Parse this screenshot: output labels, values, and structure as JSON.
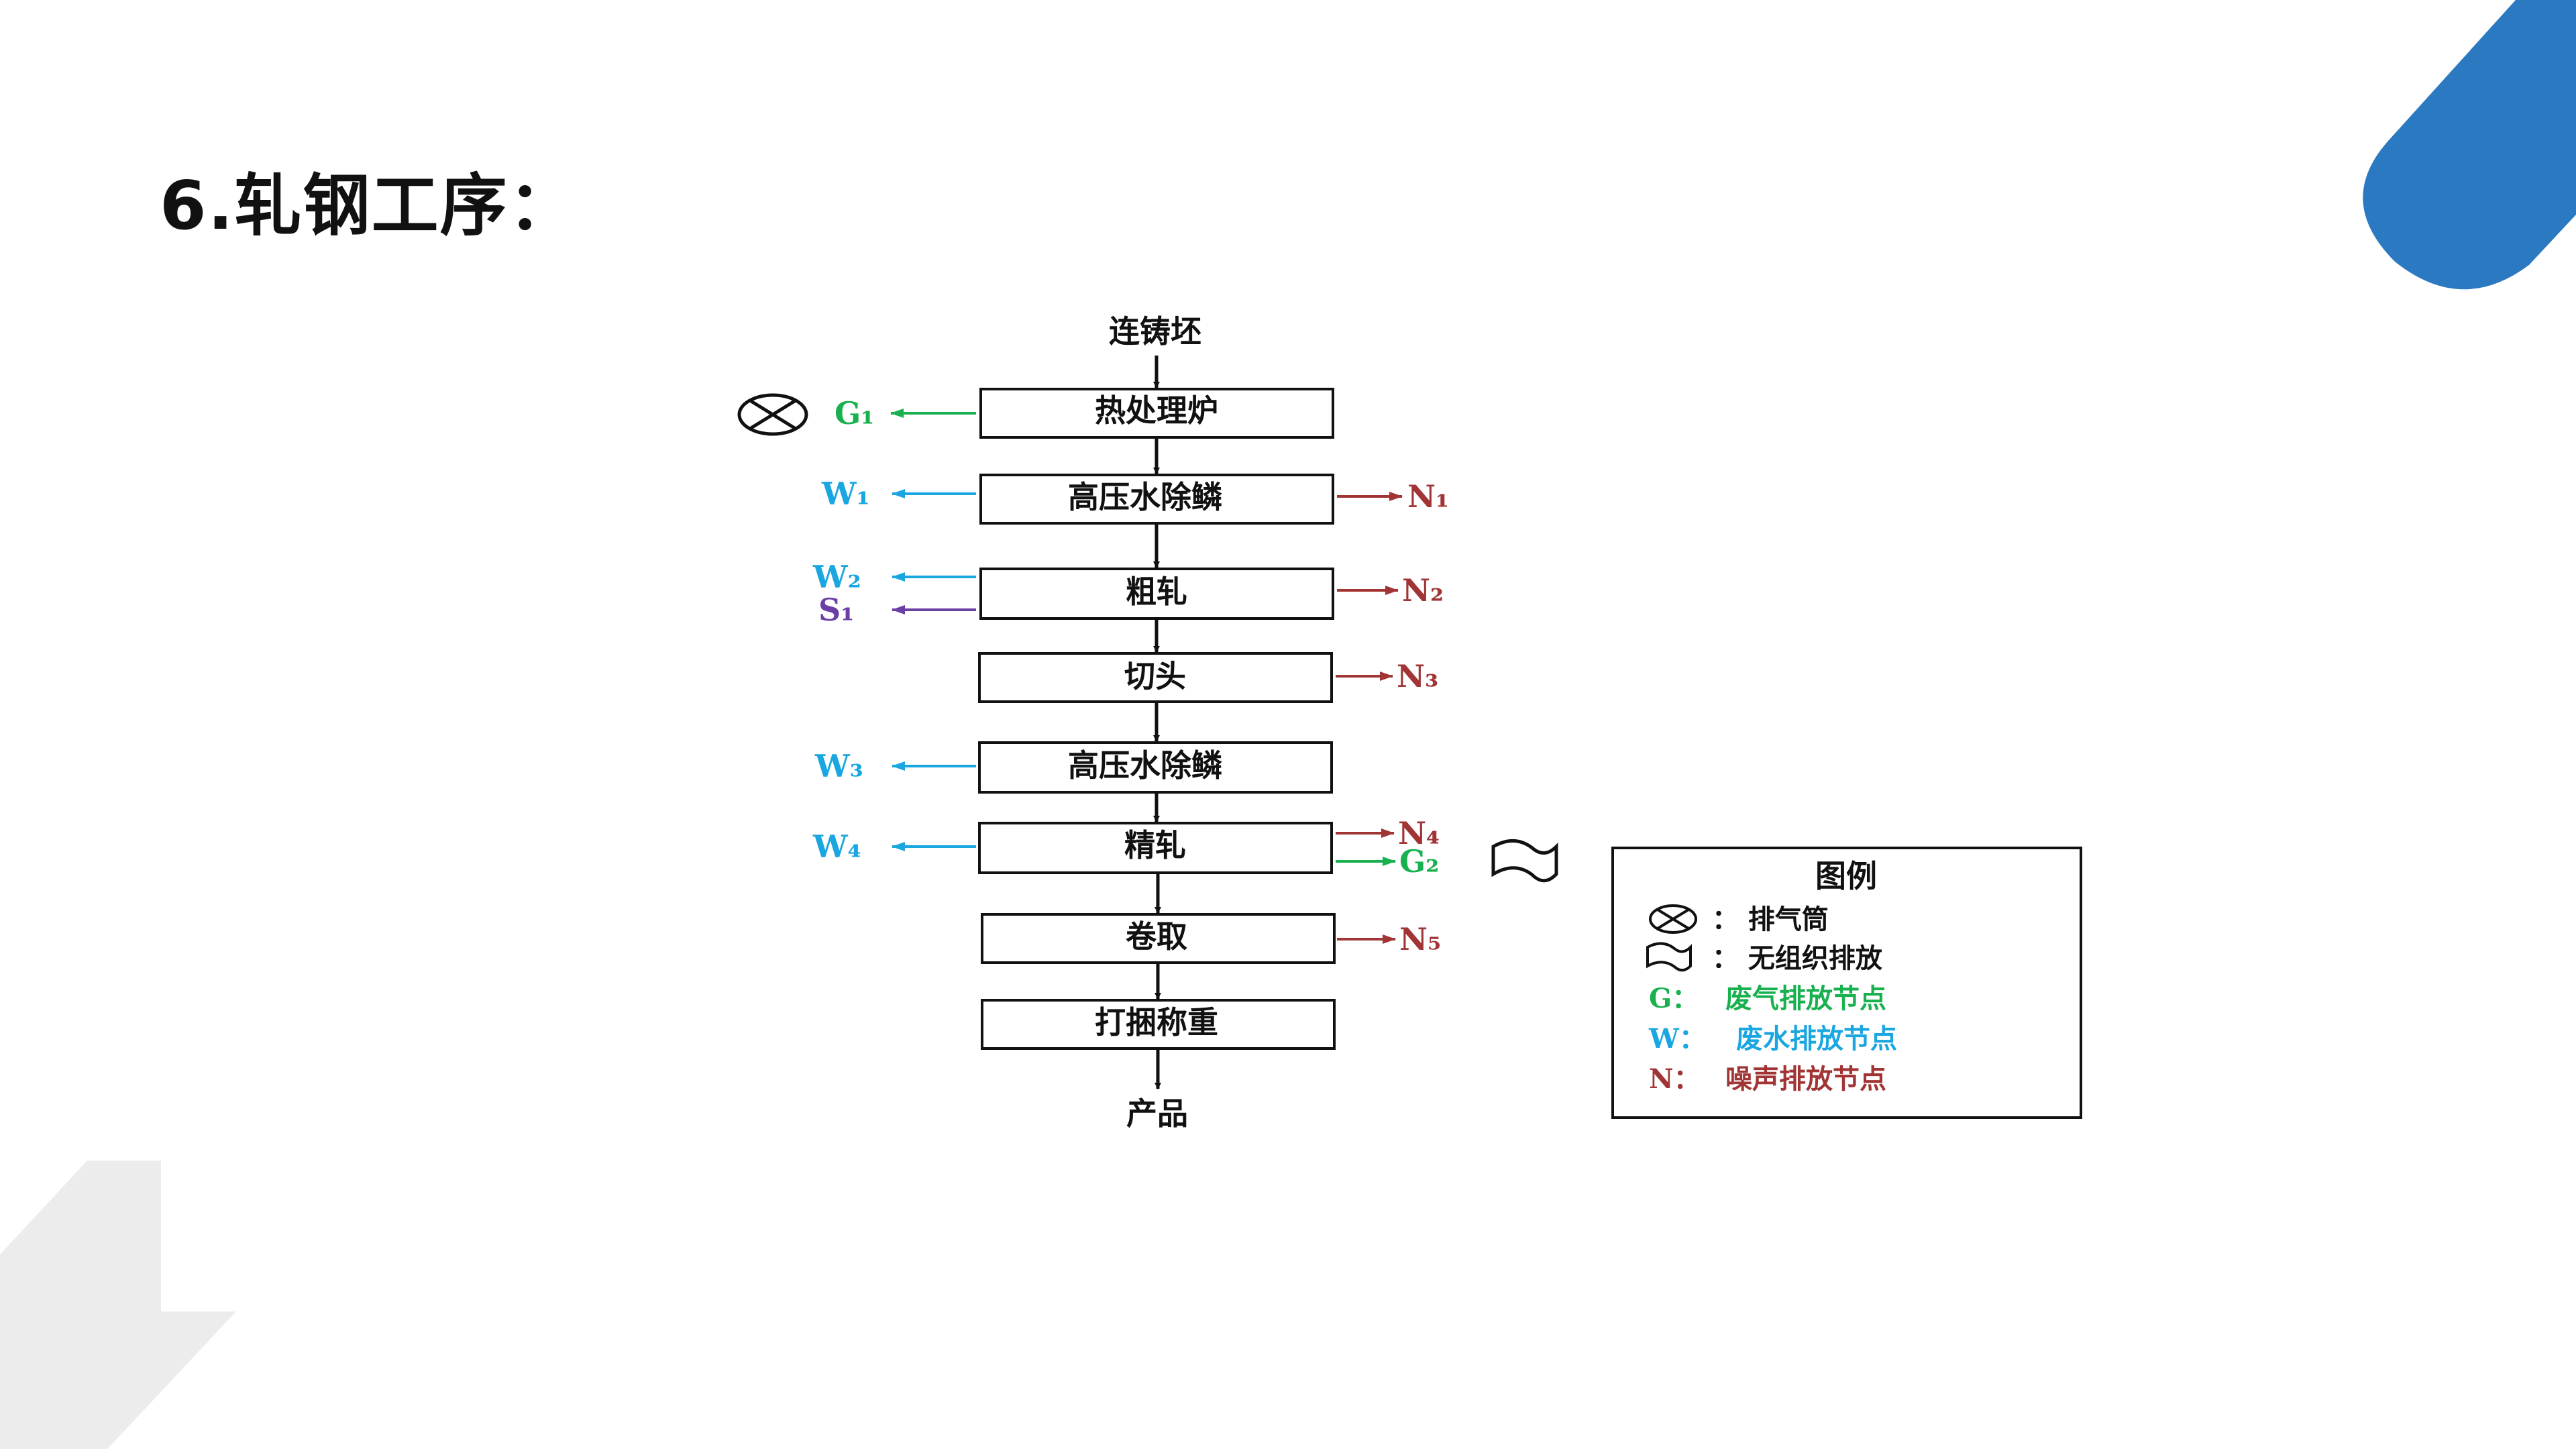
{
  "slide": {
    "title": "6.轧钢工序："
  },
  "colors": {
    "accent_blue": "#2b79c0",
    "corner_grey": "#ececec",
    "flow_black": "#111111",
    "gas_green": "#19b04f",
    "water_blue": "#1aa6e0",
    "solid_purple": "#6b3fa6",
    "noise_red": "#a13535"
  },
  "flowchart": {
    "input": "连铸坯",
    "output": "产品",
    "steps": [
      {
        "label": "热处理炉"
      },
      {
        "label": "高压水除鳞"
      },
      {
        "label": "粗轧"
      },
      {
        "label": "切头"
      },
      {
        "label": "高压水除鳞"
      },
      {
        "label": "精轧"
      },
      {
        "label": "卷取"
      },
      {
        "label": "打捆称重"
      }
    ],
    "left_emissions": [
      {
        "step": 0,
        "label": "G₁",
        "kind": "gas",
        "icon": "exhaust-stack-icon"
      },
      {
        "step": 1,
        "label": "W₁",
        "kind": "water"
      },
      {
        "step": 2,
        "label": "W₂",
        "kind": "water"
      },
      {
        "step": 2,
        "label": "S₁",
        "kind": "solid"
      },
      {
        "step": 4,
        "label": "W₃",
        "kind": "water"
      },
      {
        "step": 5,
        "label": "W₄",
        "kind": "water"
      }
    ],
    "right_emissions": [
      {
        "step": 1,
        "label": "N₁",
        "kind": "noise"
      },
      {
        "step": 2,
        "label": "N₂",
        "kind": "noise"
      },
      {
        "step": 3,
        "label": "N₃",
        "kind": "noise"
      },
      {
        "step": 5,
        "label": "N₄",
        "kind": "noise"
      },
      {
        "step": 5,
        "label": "G₂",
        "kind": "gas",
        "icon": "fugitive-emission-icon"
      },
      {
        "step": 6,
        "label": "N₅",
        "kind": "noise"
      }
    ]
  },
  "legend": {
    "title": "图例",
    "items": [
      {
        "key": "",
        "icon": "exhaust-stack-icon",
        "text": "：  排气筒",
        "kind": "symbol"
      },
      {
        "key": "",
        "icon": "fugitive-emission-icon",
        "text": "：  无组织排放",
        "kind": "symbol"
      },
      {
        "key": "G：",
        "text": "废气排放节点",
        "kind": "gas"
      },
      {
        "key": "W：",
        "text": "废水排放节点",
        "kind": "water"
      },
      {
        "key": "N：",
        "text": "噪声排放节点",
        "kind": "noise"
      }
    ]
  }
}
